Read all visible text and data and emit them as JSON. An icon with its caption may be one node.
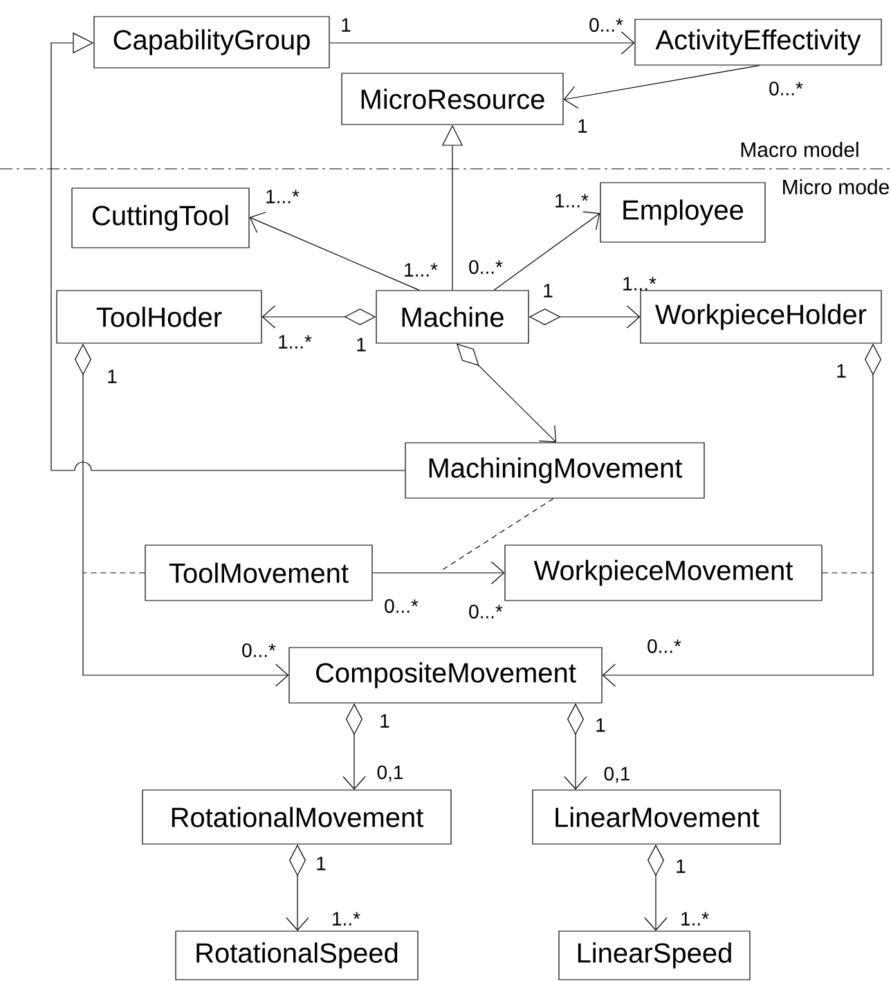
{
  "diagram": {
    "nodes": [
      {
        "text": [
          "CapabilityGroup"
        ]
      },
      {
        "text": [
          "ActivityEffectivity"
        ]
      },
      {
        "text": [
          "MicroResource"
        ]
      },
      {
        "text": [
          "CuttingTool"
        ]
      },
      {
        "text": [
          "Employee"
        ]
      },
      {
        "text": [
          "ToolHoder"
        ]
      },
      {
        "text": [
          "Machine"
        ]
      },
      {
        "text": [
          "WorkpieceHolder"
        ]
      },
      {
        "text": [
          "MachiningMovement"
        ]
      },
      {
        "text": [
          "ToolMovement"
        ]
      },
      {
        "text": [
          "WorkpieceMovement"
        ]
      },
      {
        "text": [
          "CompositeMovement"
        ]
      },
      {
        "text": [
          "RotationalMovement"
        ]
      },
      {
        "text": [
          "LinearMovement"
        ]
      },
      {
        "text": [
          "RotationalSpeed"
        ]
      },
      {
        "text": [
          "LinearSpeed"
        ]
      }
    ],
    "edges": [
      {
        "from": 0,
        "to": 1,
        "arrow": "to"
      },
      {
        "from": 1,
        "to": 2,
        "arrow": "to"
      },
      {
        "from": 6,
        "to": 2,
        "arrow": "to"
      },
      {
        "from": 6,
        "to": 3,
        "arrow": "to"
      },
      {
        "from": 6,
        "to": 4,
        "arrow": "to"
      },
      {
        "from": 6,
        "to": 5,
        "arrow": "to"
      },
      {
        "from": 6,
        "to": 7,
        "arrow": "to"
      },
      {
        "from": 6,
        "to": 8,
        "arrow": "to"
      },
      {
        "from": 8,
        "to": 0,
        "arrow": "to"
      },
      {
        "from": 9,
        "to": 10,
        "arrow": "to"
      },
      {
        "from": 8,
        "to": null,
        "arrow": "none",
        "style": "dashed"
      },
      {
        "from": 5,
        "to": 11,
        "arrow": "to"
      },
      {
        "from": 7,
        "to": 11,
        "arrow": "to"
      },
      {
        "from": 9,
        "to": null,
        "arrow": "none",
        "style": "dashed"
      },
      {
        "from": 10,
        "to": null,
        "arrow": "none",
        "style": "dashed"
      },
      {
        "from": 11,
        "to": 12,
        "arrow": "to"
      },
      {
        "from": 11,
        "to": 13,
        "arrow": "to"
      },
      {
        "from": 12,
        "to": 14,
        "arrow": "to"
      },
      {
        "from": 13,
        "to": 15,
        "arrow": "to"
      }
    ],
    "labels": [
      "1",
      "0...*",
      "0...*",
      "1",
      "Macro model",
      "Micro mode",
      "1...*",
      "1...*",
      "1...*",
      "0...*",
      "1...*",
      "1",
      "1...*",
      "1",
      "1",
      "1",
      "0...*",
      "0...*",
      "0...*",
      "0...*",
      "1",
      "1",
      "0,1",
      "0,1",
      "1",
      "1",
      "1..*",
      "1..*"
    ]
  }
}
